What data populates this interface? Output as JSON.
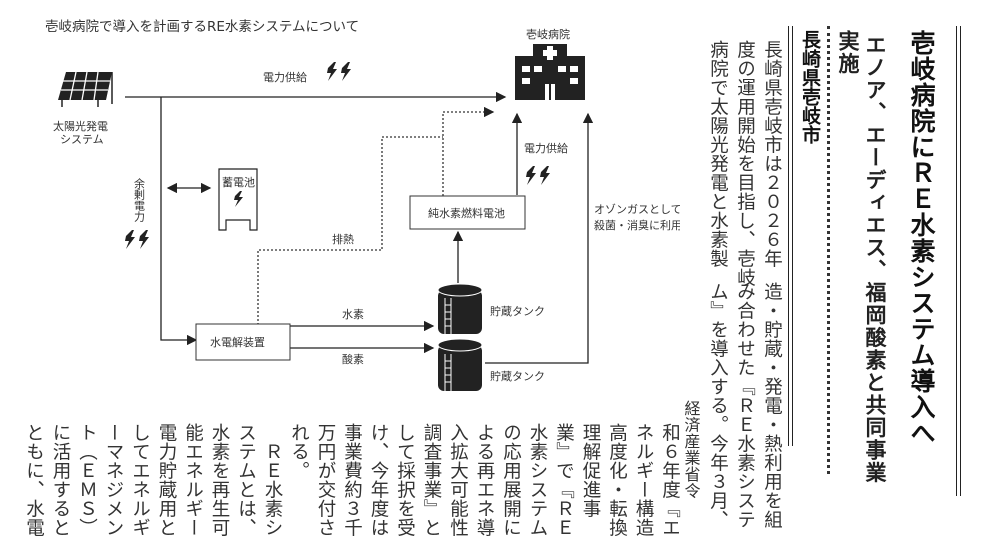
{
  "diagram": {
    "title": "壱岐病院で導入を計画するRE水素システムについて",
    "hospital": "壱岐病院",
    "solar_label_1": "太陽光発電",
    "solar_label_2": "システム",
    "power_supply_top": "電力供給",
    "surplus_power": "余剰電力",
    "battery": "蓄電池",
    "waste_heat": "排熱",
    "fuel_cell": "純水素燃料電池",
    "power_supply_fc": "電力供給",
    "ozone_1": "オゾンガスとして",
    "ozone_2": "殺菌・消臭に利用",
    "electrolyzer": "水電解装置",
    "hydrogen": "水素",
    "oxygen": "酸素",
    "tank_1": "貯蔵タンク",
    "tank_2": "貯蔵タンク"
  },
  "article": {
    "headline": "壱岐病院にＲＥ水素システム導入へ",
    "subheadline_1": "エノア、エーディエス、福岡酸素と共同事業",
    "subheadline_2": "実施",
    "location": "長崎県壱岐市",
    "upper_columns": [
      "長崎県壱岐市は２０２６年",
      "度の運用開始を目指し、壱岐",
      "病院で太陽光発電と水素製"
    ],
    "middle_columns": [
      "造・貯蔵・発電・熱利用を組",
      "み合わせた『ＲＥ水素システ",
      "ム』を導入する。今年３月、",
      "経済産業省令"
    ],
    "lower_columns": [
      "和６年度『エ",
      "ネルギー構造",
      "高度化・転換",
      "理解促進事",
      "業』で『ＲＥ",
      "水素システム",
      "の応用展開に",
      "よる再エネ導",
      "入拡大可能性",
      "調査事業』と",
      "して採択を受",
      "け、今年度は",
      "事業費約３千",
      "万円が交付さ",
      "れる。",
      "　ＲＥ水素シ",
      "ステムとは、",
      "水素を再生可",
      "能エネルギー",
      "電力貯蔵用と",
      "してエネルギ",
      "ーマネジメン",
      "ト（ＥＭＳ）",
      "に活用すると",
      "ともに、水電"
    ]
  }
}
